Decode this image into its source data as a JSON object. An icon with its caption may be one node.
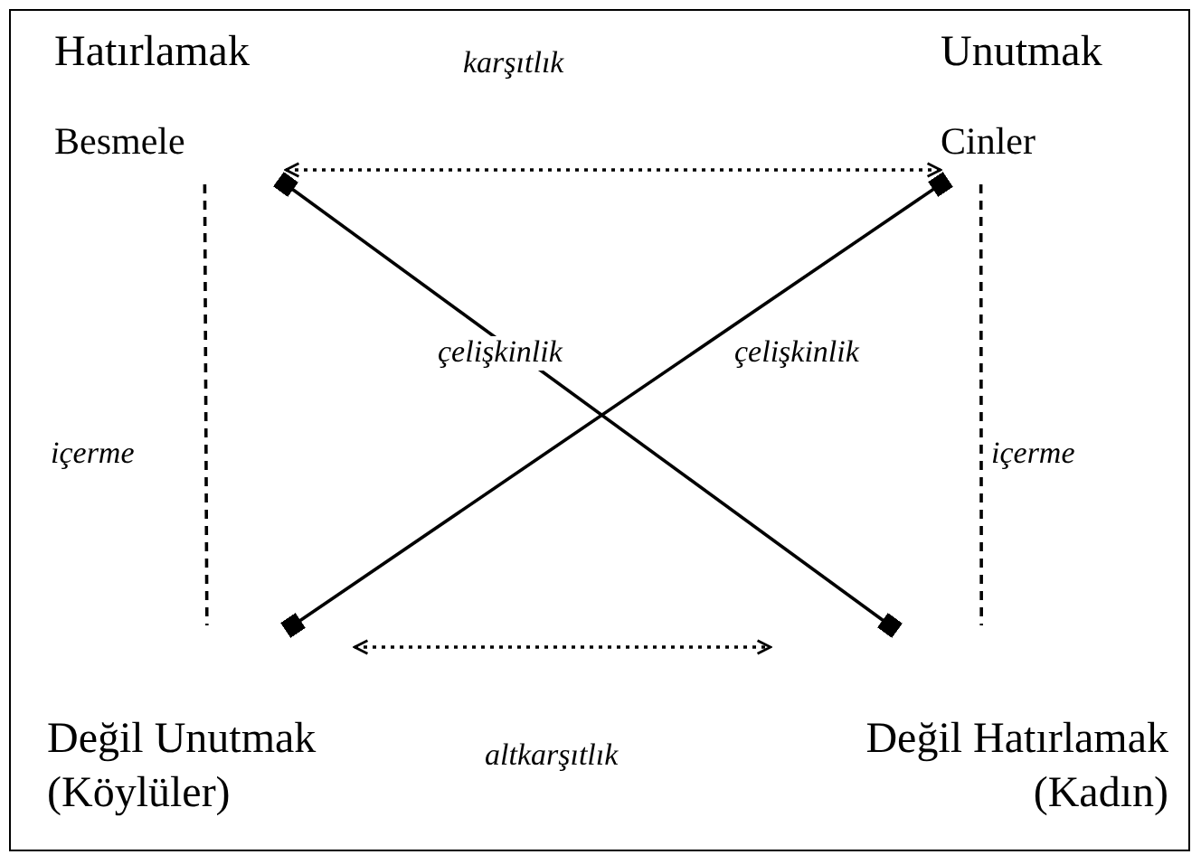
{
  "diagram": {
    "nodes": [
      {
        "text": [
          "Hatırlamak",
          "Besmele"
        ]
      },
      {
        "text": [
          "Unutmak",
          "Cinler"
        ]
      },
      {
        "text": [
          "Değil Unutmak (Köylüler)"
        ]
      },
      {
        "text": [
          "Değil Hatırlamak (Kadın)"
        ]
      }
    ],
    "edges": [
      {
        "from": 0,
        "to": 1,
        "arrow": "both",
        "style": "dashed",
        "label": "karşıtlık"
      },
      {
        "from": 2,
        "to": 3,
        "arrow": "both",
        "style": "dashed",
        "label": "altkarşıtlık"
      },
      {
        "from": 0,
        "to": 3,
        "arrow": "other",
        "label": "çelişkinlik"
      },
      {
        "from": 1,
        "to": 2,
        "arrow": "other",
        "label": "çelişkinlik"
      },
      {
        "from": 0,
        "to": 2,
        "arrow": "none",
        "style": "dashed",
        "label": "içerme"
      },
      {
        "from": 1,
        "to": 3,
        "arrow": "none",
        "style": "dashed",
        "label": "içerme"
      }
    ]
  }
}
